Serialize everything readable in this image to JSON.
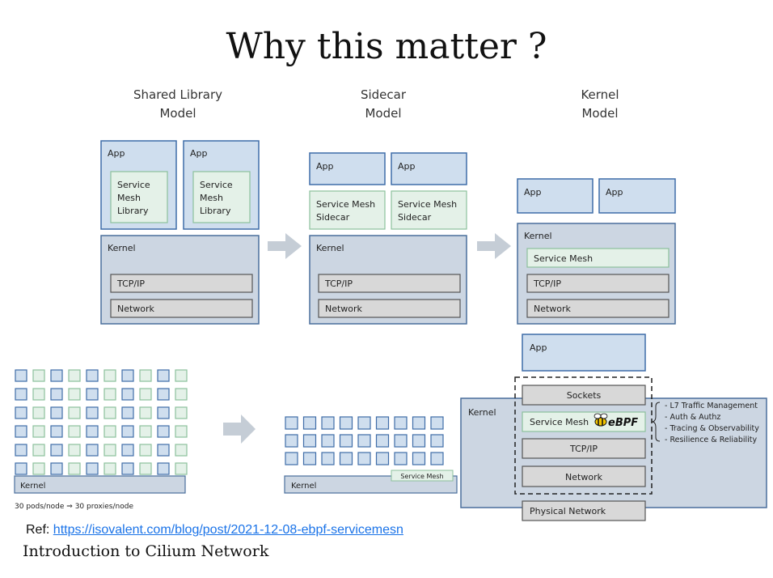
{
  "slide": {
    "title": "Why this matter ?",
    "ref_label": "Ref:",
    "ref_link": "https://isovalent.com/blog/post/2021-12-08-ebpf-servicemesn",
    "footer": "Introduction to Cilium Network"
  },
  "models": {
    "shared_library": {
      "title_line1": "Shared Library",
      "title_line2": "Model"
    },
    "sidecar": {
      "title_line1": "Sidecar",
      "title_line2": "Model"
    },
    "kernel": {
      "title_line1": "Kernel",
      "title_line2": "Model"
    }
  },
  "labels": {
    "app": "App",
    "kernel": "Kernel",
    "tcpip": "TCP/IP",
    "network": "Network",
    "service_mesh": "Service Mesh",
    "sm_lib_1": "Service",
    "sm_lib_2": "Mesh",
    "sm_lib_3": "Library",
    "sidecar_1": "Service Mesh",
    "sidecar_2": "Sidecar",
    "sockets": "Sockets",
    "physical_network": "Physical Network",
    "ebpf": "eBPF",
    "pods_note": "30 pods/node ⇒ 30 proxies/node"
  },
  "features": [
    "- L7 Traffic Management",
    "- Auth & Authz",
    "- Tracing & Observability",
    "- Resilience & Reliability"
  ],
  "colors": {
    "app_fill": "#cfdeee",
    "app_stroke": "#3f6da8",
    "kernel_fill": "#ccd6e2",
    "kernel_stroke": "#4a6f9c",
    "mesh_fill": "#e4f1e8",
    "mesh_stroke": "#8cc09c",
    "layer_fill": "#d8d8d8",
    "layer_stroke": "#555555",
    "arrow": "#c5cdd6"
  }
}
